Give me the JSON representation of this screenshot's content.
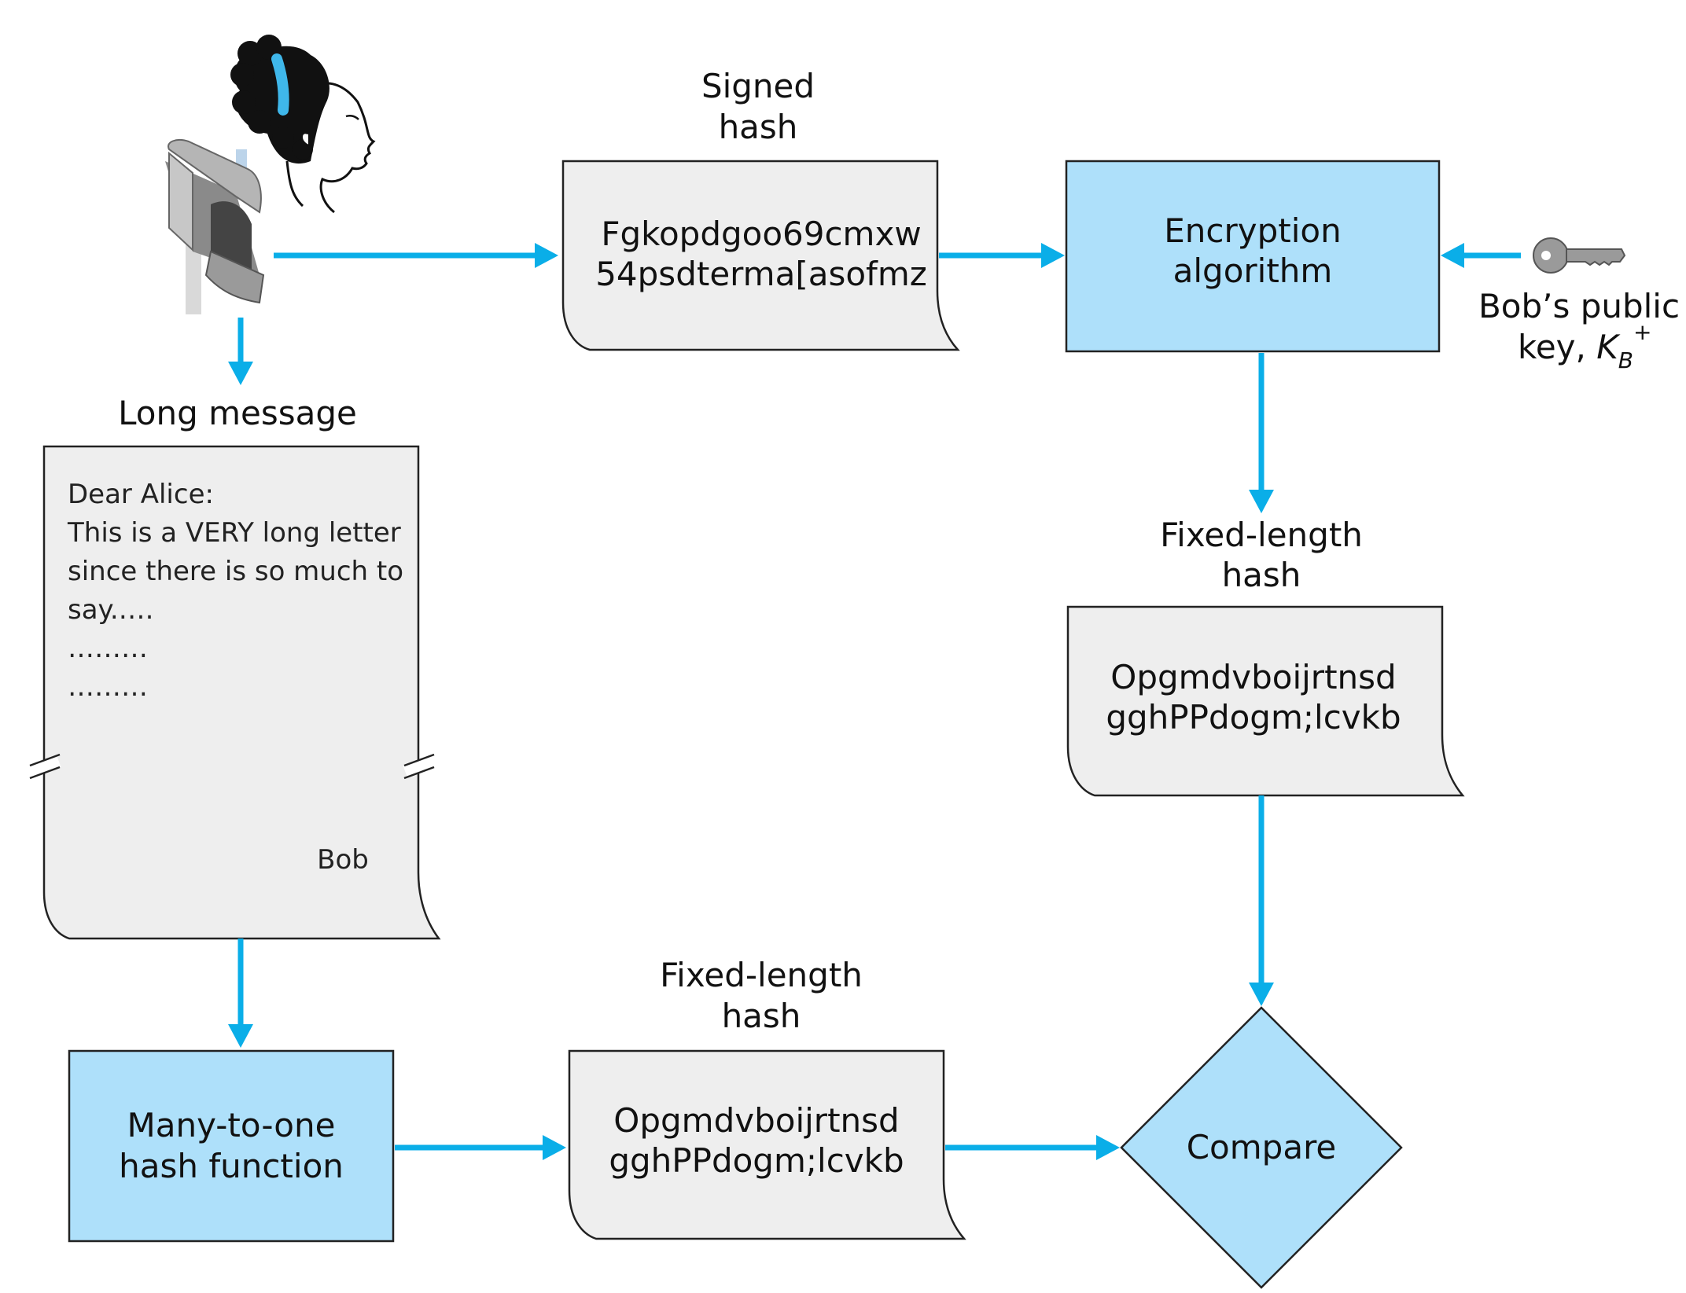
{
  "labels": {
    "signed_hash": [
      "Signed",
      "hash"
    ],
    "long_message": "Long message",
    "fixed_hash_right": [
      "Fixed-length",
      "hash"
    ],
    "fixed_hash_bottom": [
      "Fixed-length",
      "hash"
    ],
    "bob_key": [
      "Bob’s public",
      "key, "
    ],
    "key_symbol": "K",
    "key_subscript": "B",
    "key_superscript": "+"
  },
  "boxes": {
    "signed_hash": [
      "Fgkopdgoo69cmxw",
      "54psdterma[asofmz"
    ],
    "encryption": [
      "Encryption",
      "algorithm"
    ],
    "fixed_hash_right": [
      "Opgmdvboijrtnsd",
      "gghPPdogm;lcvkb"
    ],
    "hash_function": [
      "Many-to-one",
      "hash function"
    ],
    "fixed_hash_bottom": [
      "Opgmdvboijrtnsd",
      "gghPPdogm;lcvkb"
    ],
    "compare": "Compare"
  },
  "letter": {
    "lines": [
      "Dear Alice:",
      "This is a VERY long letter",
      "since there is so much to",
      "say.….",
      "………",
      "………"
    ],
    "signature": "Bob"
  },
  "icons": [
    "mailbox-icon",
    "alice-head-icon",
    "key-icon"
  ],
  "colors": {
    "arrow": "#0aaee8",
    "process_fill": "#aee0fa",
    "document_fill": "#eeeeee"
  }
}
